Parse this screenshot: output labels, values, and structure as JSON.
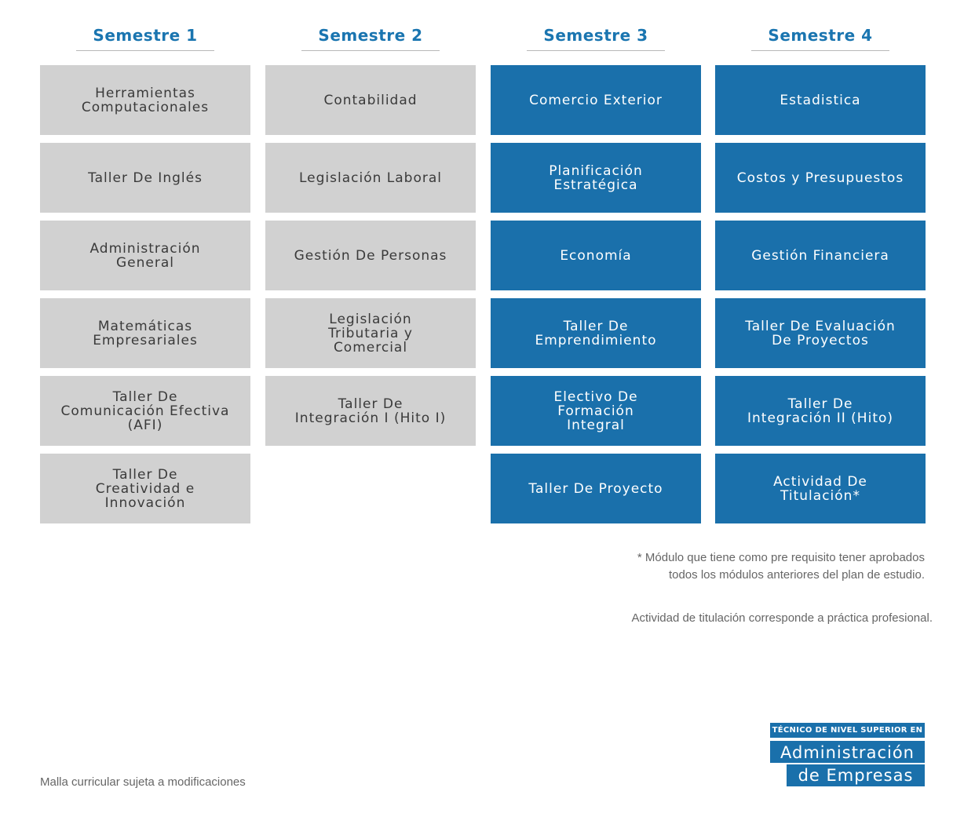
{
  "semesters": [
    {
      "title": "Semestre 1",
      "modules": [
        "Herramientas\nComputacionales",
        "Taller De Inglés",
        "Administración\nGeneral",
        "Matemáticas\nEmpresariales",
        "Taller De\nComunicación Efectiva\n(AFI)",
        "Taller De\nCreatividad e\nInnovación"
      ]
    },
    {
      "title": "Semestre 2",
      "modules": [
        "Contabilidad",
        "Legislación Laboral",
        "Gestión De Personas",
        "Legislación\nTributaria y\nComercial",
        "Taller De\nIntegración I (Hito I)"
      ]
    },
    {
      "title": "Semestre 3",
      "modules": [
        "Comercio Exterior",
        "Planificación\nEstratégica",
        "Economía",
        "Taller De\nEmprendimiento",
        "Electivo De\nFormación\nIntegral",
        "Taller De Proyecto"
      ]
    },
    {
      "title": "Semestre 4",
      "modules": [
        "Estadistica",
        "Costos y Presupuestos",
        "Gestión Financiera",
        "Taller De Evaluación\nDe Proyectos",
        "Taller De\nIntegración II (Hito)",
        "Actividad De\nTitulación*"
      ]
    }
  ],
  "notes": {
    "asterisk_line1": "* Módulo que tiene como pre requisito tener aprobados",
    "asterisk_line2": "todos los módulos anteriores del plan de estudio.",
    "titulacion": "Actividad de titulación corresponde a práctica profesional."
  },
  "footer": "Malla curricular sujeta a modificaciones",
  "logo": {
    "top": "TÉCNICO DE NIVEL SUPERIOR EN",
    "line1": "Administración",
    "line2": "de Empresas"
  },
  "colors": {
    "accent": "#1a70ab",
    "gray_cell": "#d1d1d1"
  }
}
